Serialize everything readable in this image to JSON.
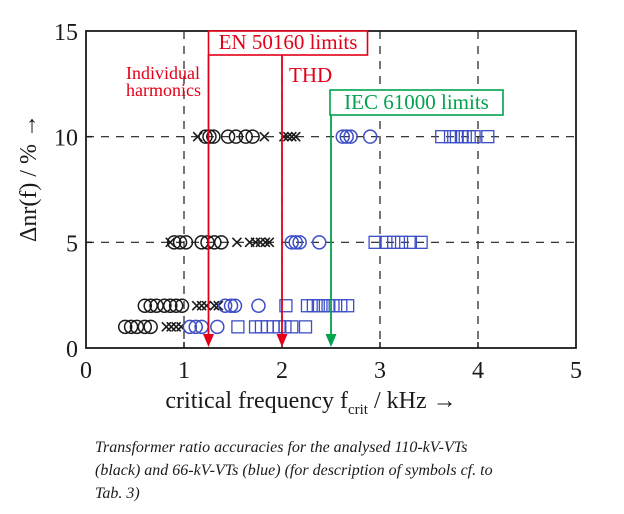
{
  "chart_data": {
    "type": "scatter",
    "title": "",
    "xlabel": "critical frequency f_crit / kHz →",
    "xlabel_parts": {
      "pre": "critical frequency f",
      "sub": "crit",
      "post": " / kHz →"
    },
    "ylabel": "Δnr(f) / % →",
    "xlim": [
      0,
      5
    ],
    "ylim": [
      0,
      15
    ],
    "xticks": [
      "0",
      "1",
      "2",
      "3",
      "4",
      "5"
    ],
    "xtick_values": [
      0,
      1,
      2,
      3,
      4,
      5
    ],
    "yticks": [
      "0",
      "5",
      "10",
      "15"
    ],
    "ytick_values": [
      0,
      5,
      10,
      15
    ],
    "grid_x_dashed": [
      1,
      2,
      3,
      4
    ],
    "grid_y_dashed": [
      5,
      10
    ],
    "grid_style": "dashed",
    "legend_position": "none",
    "colors": {
      "black_series": "#1b1b1b",
      "blue_series": "#3d4ec6",
      "red_annotation": "#e30018",
      "green_annotation": "#00a34e",
      "axis": "#1b1b1b"
    },
    "series": [
      {
        "name": "110-kV-VTs (black circles)",
        "marker": "circle",
        "color": "#1b1b1b",
        "points": [
          [
            0.4,
            1
          ],
          [
            0.46,
            1
          ],
          [
            0.52,
            1
          ],
          [
            0.6,
            1
          ],
          [
            0.66,
            1
          ],
          [
            0.6,
            2
          ],
          [
            0.66,
            2
          ],
          [
            0.72,
            2
          ],
          [
            0.8,
            2
          ],
          [
            0.86,
            2
          ],
          [
            0.92,
            2
          ],
          [
            0.98,
            2
          ],
          [
            0.9,
            5
          ],
          [
            0.96,
            5
          ],
          [
            1.02,
            5
          ],
          [
            1.18,
            5
          ],
          [
            1.24,
            5
          ],
          [
            1.31,
            5
          ],
          [
            1.38,
            5
          ],
          [
            1.22,
            10
          ],
          [
            1.26,
            10
          ],
          [
            1.3,
            10
          ],
          [
            1.45,
            10
          ],
          [
            1.53,
            10
          ],
          [
            1.63,
            10
          ],
          [
            1.7,
            10
          ]
        ]
      },
      {
        "name": "110-kV-VTs (black x-marks)",
        "marker": "x",
        "color": "#1b1b1b",
        "points": [
          [
            0.82,
            1
          ],
          [
            0.87,
            1
          ],
          [
            0.92,
            1
          ],
          [
            0.97,
            1
          ],
          [
            1.13,
            2
          ],
          [
            1.18,
            2
          ],
          [
            1.23,
            2
          ],
          [
            1.31,
            2
          ],
          [
            1.35,
            2
          ],
          [
            0.86,
            5
          ],
          [
            1.54,
            5
          ],
          [
            1.67,
            5
          ],
          [
            1.73,
            5
          ],
          [
            1.78,
            5
          ],
          [
            1.83,
            5
          ],
          [
            1.87,
            5
          ],
          [
            1.14,
            10
          ],
          [
            1.82,
            10
          ],
          [
            2.02,
            10
          ],
          [
            2.06,
            10
          ],
          [
            2.1,
            10
          ],
          [
            2.14,
            10
          ]
        ]
      },
      {
        "name": "66-kV-VTs (blue circles)",
        "marker": "circle",
        "color": "#3d4ec6",
        "points": [
          [
            1.06,
            1
          ],
          [
            1.12,
            1
          ],
          [
            1.18,
            1
          ],
          [
            1.34,
            1
          ],
          [
            1.42,
            2
          ],
          [
            1.48,
            2
          ],
          [
            1.52,
            2
          ],
          [
            1.76,
            2
          ],
          [
            2.1,
            5
          ],
          [
            2.14,
            5
          ],
          [
            2.18,
            5
          ],
          [
            2.38,
            5
          ],
          [
            2.62,
            10
          ],
          [
            2.66,
            10
          ],
          [
            2.7,
            10
          ],
          [
            2.9,
            10
          ]
        ]
      },
      {
        "name": "66-kV-VTs (blue squares)",
        "marker": "square",
        "color": "#3d4ec6",
        "points": [
          [
            1.55,
            1
          ],
          [
            1.73,
            1
          ],
          [
            1.79,
            1
          ],
          [
            1.85,
            1
          ],
          [
            1.91,
            1
          ],
          [
            1.97,
            1
          ],
          [
            2.03,
            1
          ],
          [
            2.1,
            1
          ],
          [
            2.24,
            1
          ],
          [
            2.04,
            2
          ],
          [
            2.26,
            2
          ],
          [
            2.32,
            2
          ],
          [
            2.37,
            2
          ],
          [
            2.42,
            2
          ],
          [
            2.47,
            2
          ],
          [
            2.52,
            2
          ],
          [
            2.6,
            2
          ],
          [
            2.67,
            2
          ],
          [
            2.95,
            5
          ],
          [
            3.06,
            5
          ],
          [
            3.14,
            5
          ],
          [
            3.22,
            5
          ],
          [
            3.31,
            5
          ],
          [
            3.42,
            5
          ],
          [
            3.63,
            10
          ],
          [
            3.72,
            10
          ],
          [
            3.78,
            10
          ],
          [
            3.83,
            10
          ],
          [
            3.87,
            10
          ],
          [
            3.91,
            10
          ],
          [
            3.96,
            10
          ],
          [
            4.1,
            10
          ]
        ]
      }
    ],
    "annotations": {
      "en50160": {
        "label": "EN 50160 limits",
        "color": "#e30018",
        "arrows_x": [
          1.25,
          2.0
        ]
      },
      "individual_harmonics": {
        "label_lines": [
          "Individual",
          "harmonics"
        ],
        "color": "#e30018",
        "arrow_x": 1.25
      },
      "thd": {
        "label": "THD",
        "color": "#e30018",
        "arrow_x": 2.0
      },
      "iec61000": {
        "label": "IEC 61000 limits",
        "color": "#00a34e",
        "arrow_x": 2.5
      }
    }
  },
  "caption": {
    "lines": [
      "Transformer ratio accuracies for the analysed 110-kV-VTs",
      "(black) and 66-kV-VTs (blue) (for description of symbols cf. to",
      "Tab. 3)"
    ]
  }
}
